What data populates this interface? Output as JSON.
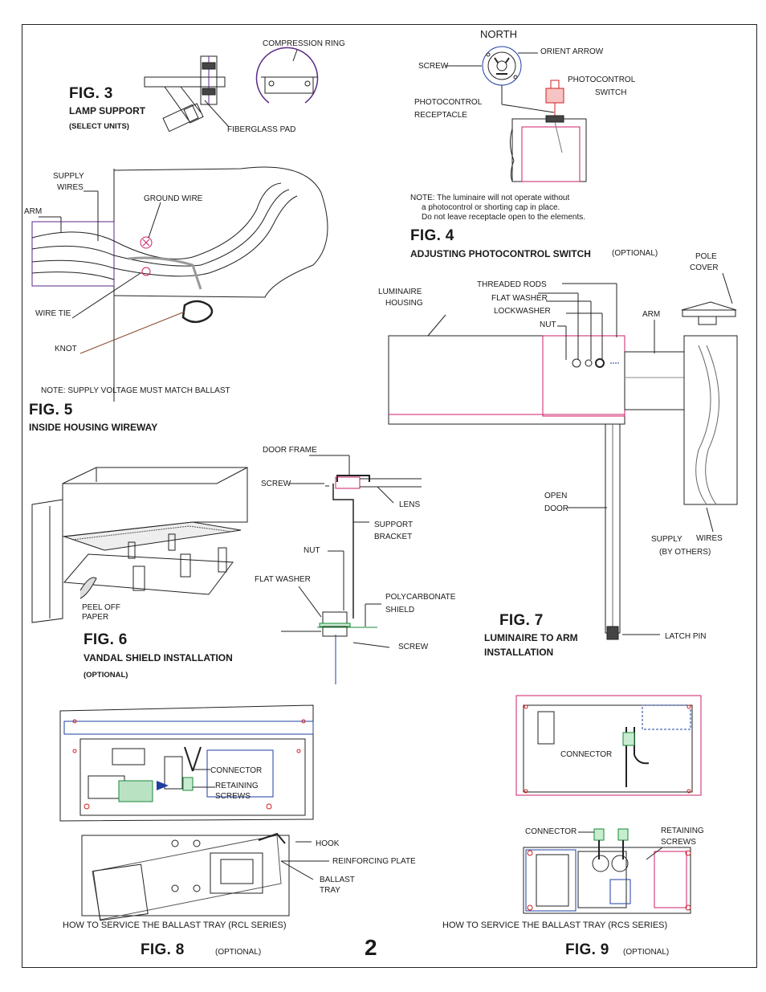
{
  "page_number": "2",
  "colors": {
    "line": "#222222",
    "magenta": "#cc1f6a",
    "purple": "#5a2a86",
    "green": "#1a8a3a",
    "blue": "#1e3fa0",
    "red": "#d21f1f"
  },
  "fig3": {
    "title": "FIG. 3",
    "subtitle": "LAMP SUPPORT",
    "note": "(SELECT UNITS)",
    "labels": {
      "compression_ring": "COMPRESSION RING",
      "fiberglass_pad": "FIBERGLASS PAD"
    }
  },
  "fig4": {
    "title": "FIG. 4",
    "subtitle": "ADJUSTING PHOTOCONTROL SWITCH",
    "optional": "(OPTIONAL)",
    "labels": {
      "north": "NORTH",
      "orient_arrow": "ORIENT ARROW",
      "screw": "SCREW",
      "photocontrol": "PHOTOCONTROL",
      "switch": "SWITCH",
      "photocontrol_receptacle_1": "PHOTOCONTROL",
      "photocontrol_receptacle_2": "RECEPTACLE"
    },
    "note_lines": [
      "NOTE: The luminaire will not operate without",
      "a photocontrol or shorting cap in place.",
      "Do not leave receptacle open to the elements."
    ]
  },
  "fig5": {
    "title": "FIG. 5",
    "subtitle": "INSIDE HOUSING WIREWAY",
    "labels": {
      "supply": "SUPPLY",
      "wires": "WIRES",
      "arm": "ARM",
      "ground_wire": "GROUND WIRE",
      "wire_tie": "WIRE TIE",
      "knot": "KNOT"
    },
    "note": "NOTE: SUPPLY VOLTAGE MUST MATCH BALLAST"
  },
  "fig6": {
    "title": "FIG. 6",
    "subtitle": "VANDAL SHIELD INSTALLATION",
    "optional": "(OPTIONAL)",
    "labels": {
      "door_frame": "DOOR FRAME",
      "screw_top": "SCREW",
      "lens": "LENS",
      "support": "SUPPORT",
      "bracket": "BRACKET",
      "nut": "NUT",
      "flat_washer": "FLAT WASHER",
      "polycarbonate": "POLYCARBONATE",
      "shield": "SHIELD",
      "screw_bottom": "SCREW",
      "peel_off": "PEEL OFF",
      "paper": "PAPER"
    }
  },
  "fig7": {
    "title": "FIG. 7",
    "subtitle_1": "LUMINAIRE TO ARM",
    "subtitle_2": "INSTALLATION",
    "labels": {
      "luminaire": "LUMINAIRE",
      "housing": "HOUSING",
      "threaded_rods": "THREADED RODS",
      "flat_washer": "FLAT WASHER",
      "lockwasher": "LOCKWASHER",
      "nut": "NUT",
      "arm": "ARM",
      "pole": "POLE",
      "cover": "COVER",
      "open": "OPEN",
      "door": "DOOR",
      "supply": "SUPPLY",
      "wires": "WIRES",
      "by_others": "(BY OTHERS)",
      "latch_pin": "LATCH PIN"
    }
  },
  "fig8": {
    "title": "FIG. 8",
    "optional": "(OPTIONAL)",
    "caption": "HOW TO SERVICE THE BALLAST TRAY (RCL SERIES)",
    "labels": {
      "connector": "CONNECTOR",
      "retaining": "RETAINING",
      "screws": "SCREWS",
      "hook": "HOOK",
      "reinforcing_plate": "REINFORCING PLATE",
      "ballast": "BALLAST",
      "tray": "TRAY"
    }
  },
  "fig9": {
    "title": "FIG. 9",
    "optional": "(OPTIONAL)",
    "caption": "HOW TO SERVICE THE BALLAST TRAY (RCS SERIES)",
    "labels": {
      "connector_top": "CONNECTOR",
      "connector_bottom": "CONNECTOR",
      "retaining": "RETAINING",
      "screws": "SCREWS"
    }
  }
}
